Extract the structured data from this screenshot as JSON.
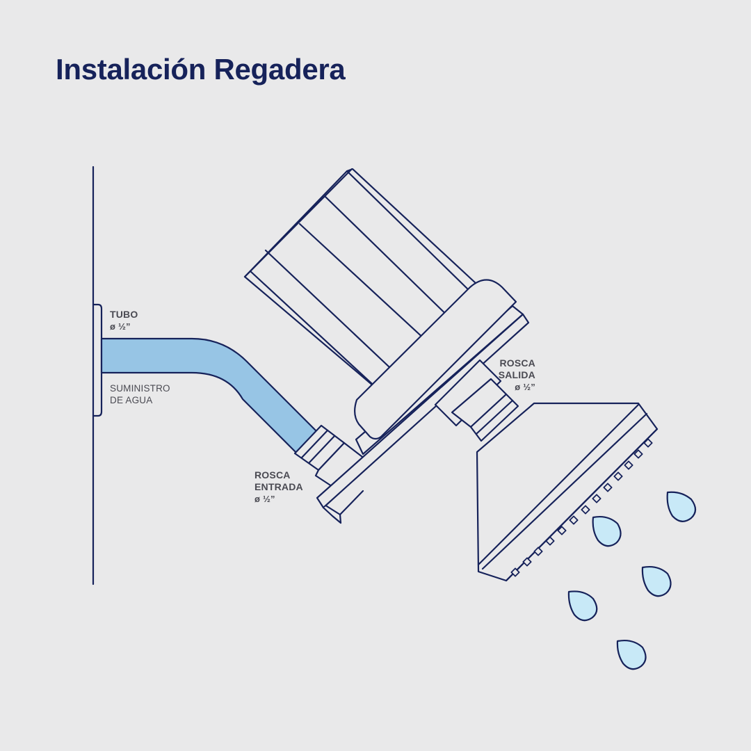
{
  "title": "Instalación Regadera",
  "labels": {
    "tubo": {
      "name": "TUBO",
      "size": "ø ½”"
    },
    "suministro": {
      "line1": "SUMINISTRO",
      "line2": "DE AGUA"
    },
    "rosca_entrada": {
      "line1": "ROSCA",
      "line2": "ENTRADA",
      "size": "ø ½”"
    },
    "rosca_salida": {
      "line1": "ROSCA",
      "line2": "SALIDA",
      "size": "ø ½”"
    }
  },
  "colors": {
    "outline": "#16225a",
    "pipe_fill": "#97c5e5",
    "water_fill": "#c8e9f7",
    "background": "#e9e9ea"
  }
}
